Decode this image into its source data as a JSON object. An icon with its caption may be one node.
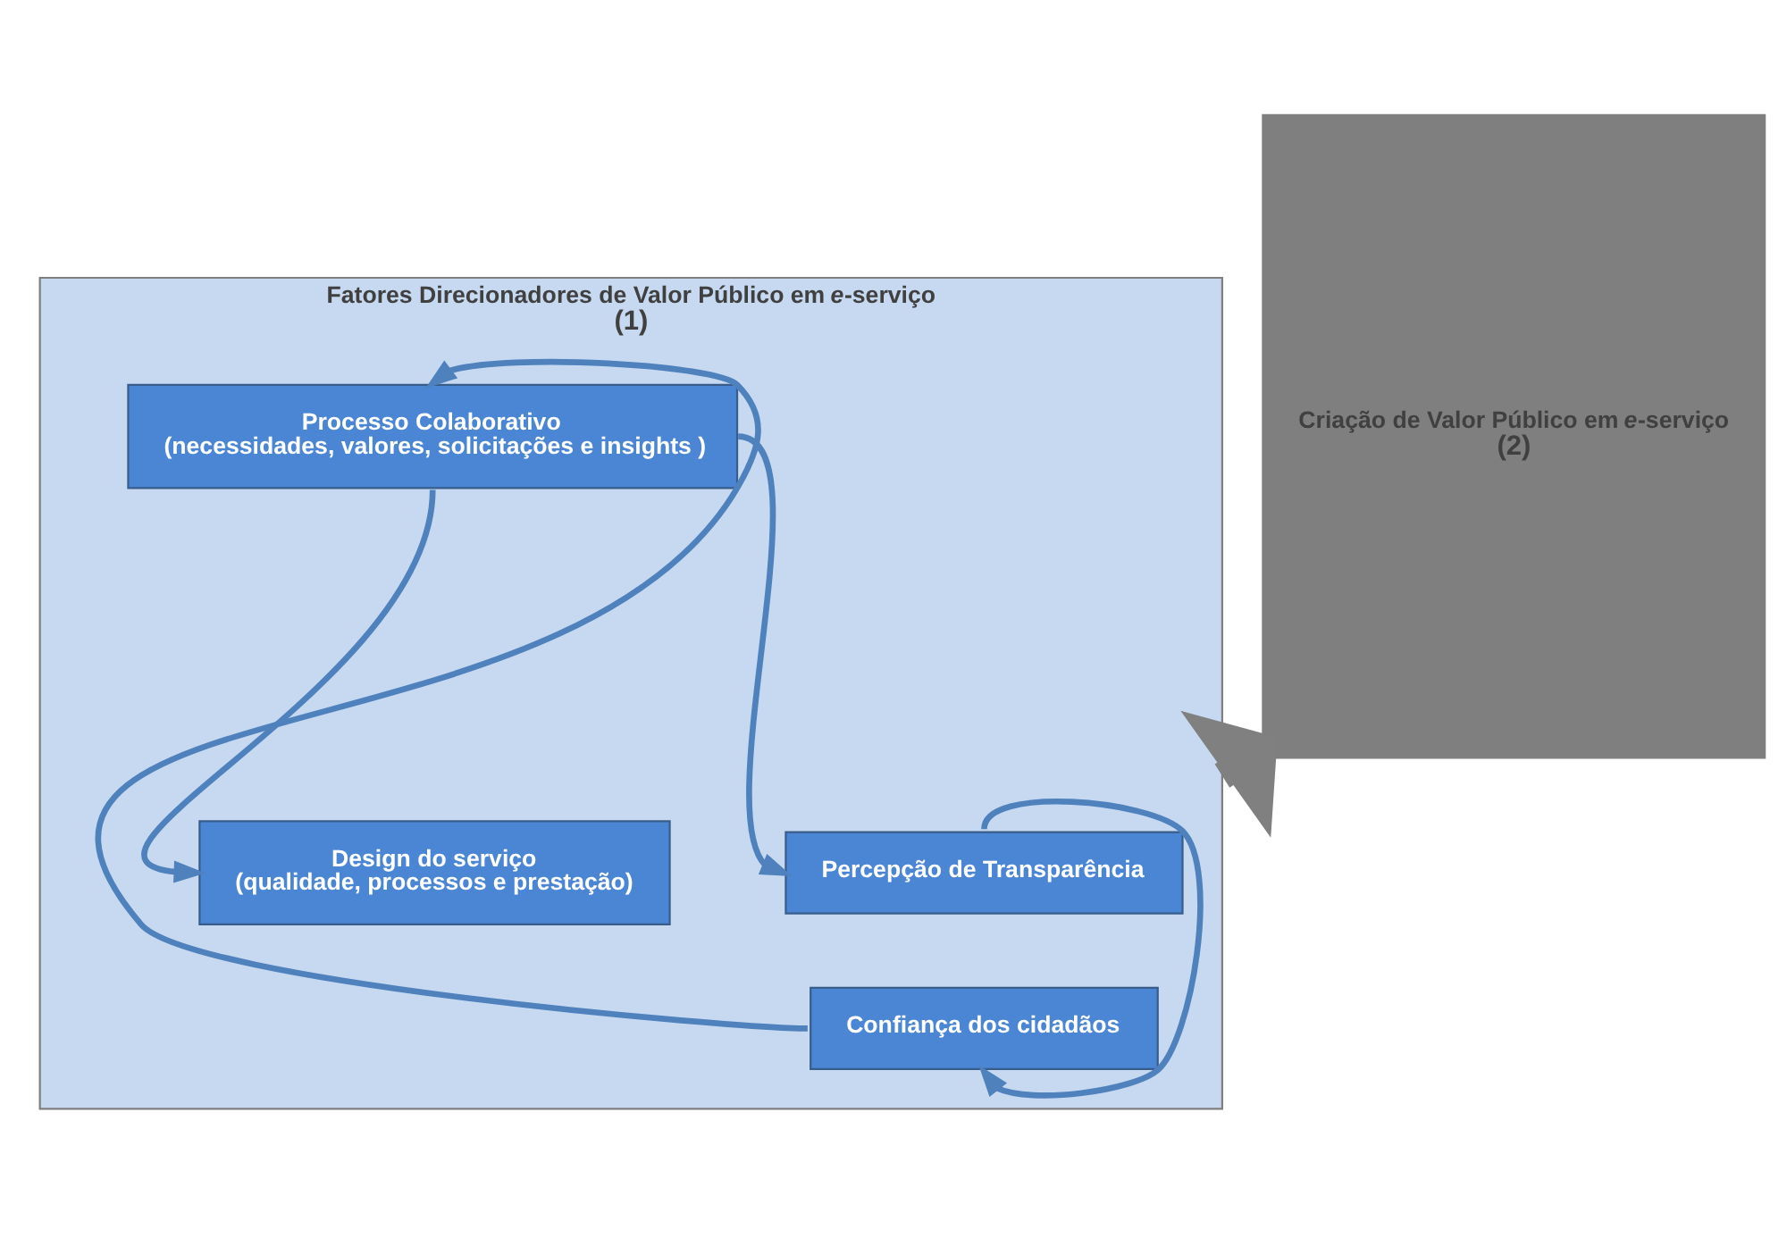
{
  "diagram": {
    "nodes": [
      {
        "text": [
          "Fatores Direcionadores de Valor Público em *e*-serviço",
          "(1)"
        ]
      },
      {
        "text": [
          "Confiança dos cidadãos"
        ],
        "in": 0
      },
      {
        "text": [
          "Percepção de Transparência"
        ],
        "in": 0
      },
      {
        "text": [
          "Processo Colaborativo",
          "(necessidades, valores, solicitações e insights )"
        ],
        "in": 0
      },
      {
        "text": [
          "Design do serviço",
          "(qualidade, processos e prestação)"
        ],
        "in": 0
      },
      {
        "text": [
          "Criação de Valor Público em *e*-serviço",
          "(2)"
        ]
      }
    ],
    "edges": [
      {
        "from": 1,
        "to": 3,
        "arrow": "to"
      },
      {
        "from": 3,
        "to": 2,
        "arrow": "to"
      },
      {
        "from": 2,
        "to": 1,
        "arrow": "to"
      },
      {
        "from": 3,
        "to": 4,
        "arrow": "to"
      },
      {
        "from": 0,
        "to": 5,
        "arrow": "to",
        "style": "thick",
        "color": "#808080"
      }
    ]
  }
}
